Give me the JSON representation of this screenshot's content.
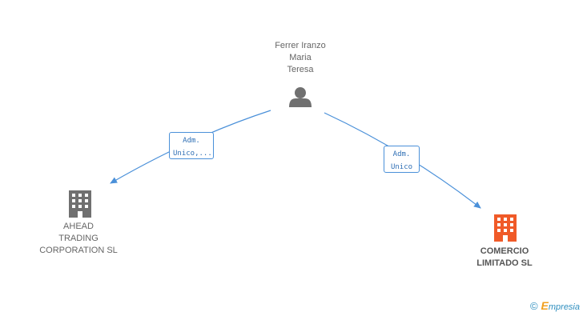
{
  "nodes": {
    "person": {
      "label": "Ferrer Iranzo\nMaria\nTeresa",
      "icon": "person-icon"
    },
    "company_1": {
      "label": "AHEAD\nTRADING\nCORPORATION SL",
      "icon": "building-icon",
      "color": "#707070"
    },
    "company_2": {
      "label": "COMERCIO\nLIMITADO SL",
      "icon": "building-icon",
      "color": "#f05a28"
    }
  },
  "edges": [
    {
      "from": "person",
      "to": "company_1",
      "label": "Adm.\nUnico,..."
    },
    {
      "from": "person",
      "to": "company_2",
      "label": "Adm.\nUnico"
    }
  ],
  "footer": {
    "copyright": "©",
    "brand_initial": "E",
    "brand_rest": "mpresia"
  },
  "colors": {
    "edge": "#4a90d9",
    "person": "#707070"
  }
}
